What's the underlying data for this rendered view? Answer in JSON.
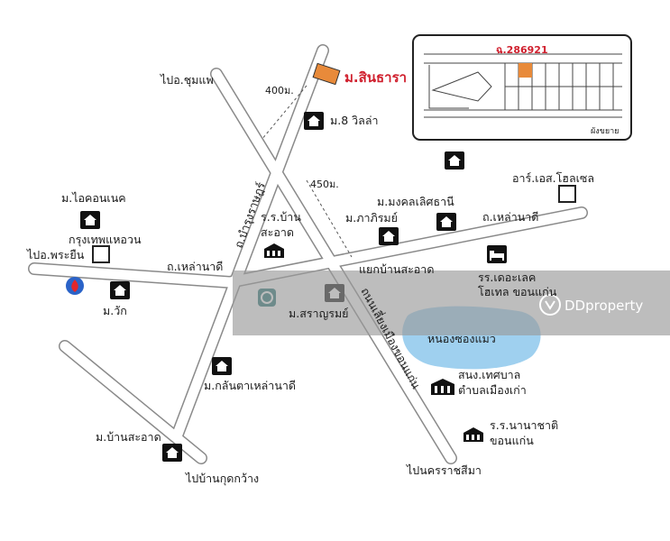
{
  "places": {
    "tumpae": "ไปอ.ชุมแพ",
    "dist400": "400ม.",
    "project": "ม.สินธารา",
    "village8": "ม.8 วิลล่า",
    "dist450": "450ม.",
    "icon_nek": "ม.ไอคอนเนค",
    "bangkok_hw": "กรุงเทพแหอวน",
    "phrayuen": "ไปอ.พระยืน",
    "mawak": "ม.วัก",
    "lao_na_di_w": "ถ.เหล่านาดี",
    "bamrung_rat": "ถ.บำรุงราษฎร์",
    "school_ban": "ร.ร.บ้าน",
    "school_sa_at": "สะอาด",
    "mongkhon": "ม.มงคลเลิศธานี",
    "phairom": "ม.ภาภิรมย์",
    "lao_na_di_e": "ถ.เหล่านาดี",
    "rs_hostel": "อาร์.เอส.โฮลเซล",
    "yaek": "แยกบ้านสะอาด",
    "theale_1": "รร.เดอะเลค",
    "theale_2": "โฮเทล ขอนแก่น",
    "saranrom": "ม.สราญรมย์",
    "road_diag": "ถนนเลี่ยงเมืองขอนแก่น",
    "lake": "หนองซองแมว",
    "klanta": "ม.กลันตาเหล่านาดี",
    "munic_1": "สนง.เทศบาล",
    "munic_2": "ตำบลเมืองเก่า",
    "ban_sa_at": "ม.บ้านสะอาด",
    "kud_kwang": "ไปบ้านกุดกว้าง",
    "intl_1": "ร.ร.นานาชาติ",
    "intl_2": "ขอนแก่น",
    "korat": "ไปนครราชสีมา"
  },
  "inset": {
    "plot_label": "ฉ.286921",
    "caption": "ผังขยาย"
  },
  "watermark": {
    "text": "DDproperty"
  },
  "colors": {
    "road_stroke": "#8a8a8a",
    "road_fill": "#ffffff",
    "project_fill": "#e88a3a",
    "project_label": "#d0202e",
    "lake": "#9fd0ef",
    "watermark_band": "#9a9a9a",
    "icon_dark": "#111111"
  },
  "icons": [
    "house-icon",
    "school-icon",
    "hotel-bed-icon",
    "office-building-icon",
    "gas-station-icon",
    "bank-logo-icon",
    "shop-square-icon",
    "ddproperty-logo-icon"
  ]
}
